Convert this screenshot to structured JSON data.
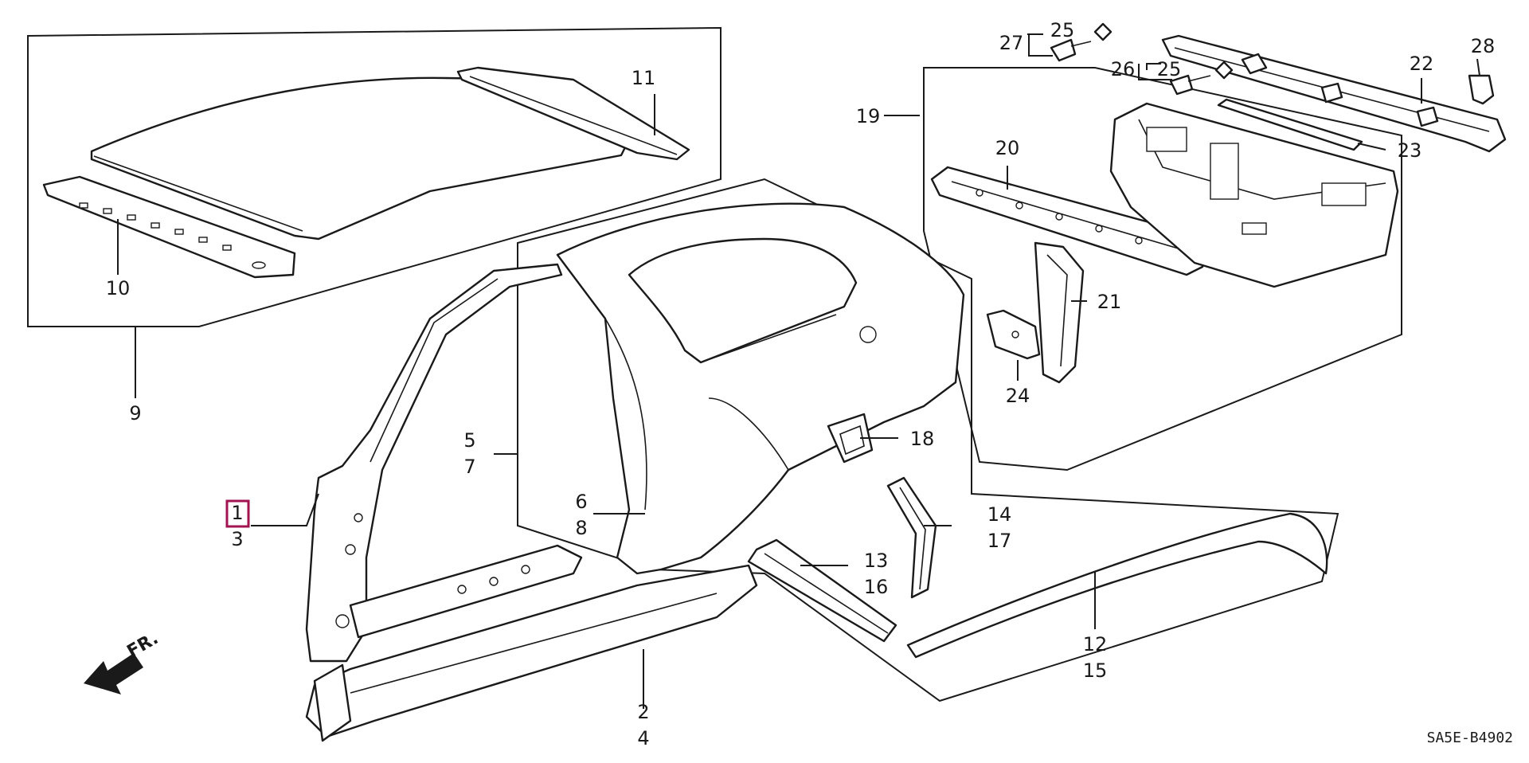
{
  "diagram": {
    "diagram_code": "SA5E-B4902",
    "direction_label": "FR.",
    "highlighted_callout": "1",
    "highlight_color": "#a3134f",
    "callouts": {
      "c1": "1",
      "c2": "2",
      "c3": "3",
      "c4": "4",
      "c5": "5",
      "c6": "6",
      "c7": "7",
      "c8": "8",
      "c9": "9",
      "c10": "10",
      "c11": "11",
      "c12": "12",
      "c13": "13",
      "c14": "14",
      "c15": "15",
      "c16": "16",
      "c17": "17",
      "c18": "18",
      "c19": "19",
      "c20": "20",
      "c21": "21",
      "c22": "22",
      "c23": "23",
      "c24": "24",
      "c25a": "25",
      "c25b": "25",
      "c26": "26",
      "c27": "27",
      "c28": "28"
    }
  }
}
